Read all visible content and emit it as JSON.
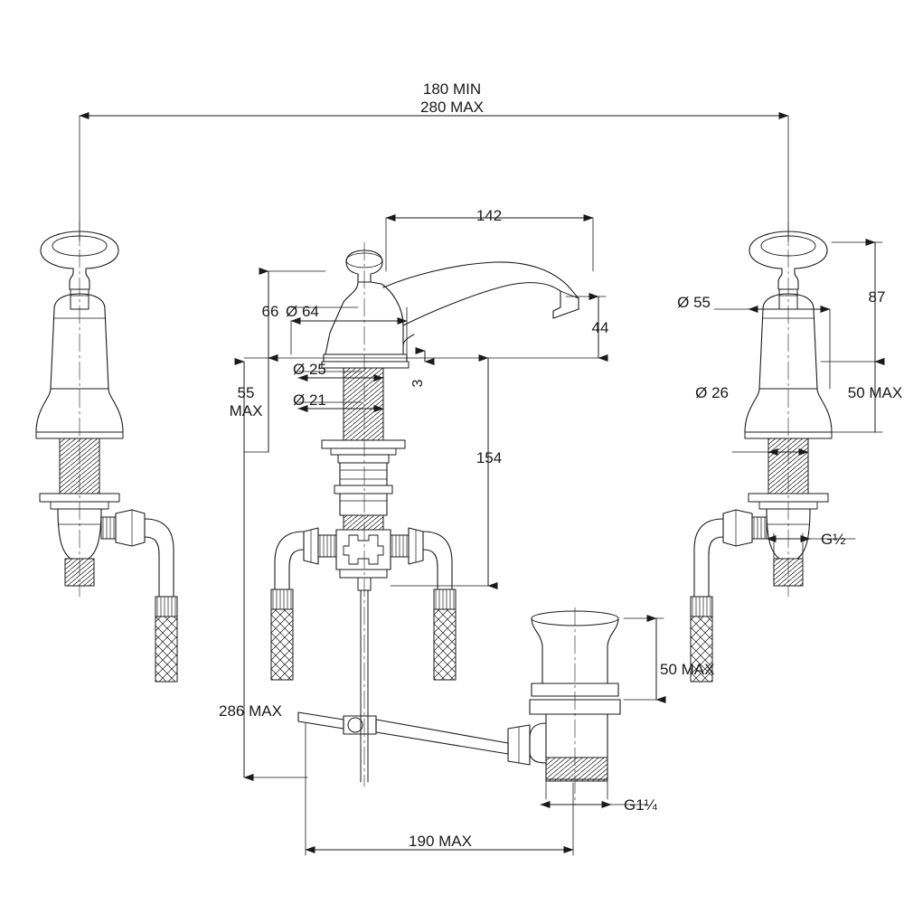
{
  "drawing": {
    "title": "Three-hole basin mixer tap set with pop-up waste — dimensioned technical drawing",
    "units": "mm",
    "line_color": "#1a1a1a",
    "background": "#ffffff"
  },
  "dimensions": {
    "overall_spread_min": "180 MIN",
    "overall_spread_max": "280 MAX",
    "spout_reach": "142",
    "spout_outlet_height": "44",
    "spout_base_step": "3",
    "spout_body_height": "66",
    "tap_hole_thickness_max": "55\nMAX",
    "tap_hole_thickness_max_line1": "55",
    "tap_hole_thickness_max_line2": "MAX",
    "spout_base_diameter": "Ø 64",
    "spout_shank_diameter": "Ø 25",
    "spout_thread_diameter": "Ø 21",
    "mixer_total_drop": "154",
    "handle_base_diameter": "Ø 55",
    "handle_shank_diameter": "Ø 26",
    "handle_body_height": "87",
    "handle_mount_thickness_max": "50 MAX",
    "tap_inlet_thread": "G½",
    "waste_body_height_max": "50 MAX",
    "waste_outlet_thread": "G1¼",
    "linkage_drop_max": "286 MAX",
    "linkage_reach_max": "190 MAX"
  },
  "components": {
    "left_tap": "left-pillar-tap",
    "center_spout": "center-mixer-spout",
    "right_tap": "right-pillar-tap",
    "waste": "pop-up-waste-assembly",
    "linkage": "pop-up-lift-rod-linkage",
    "hoses": "braided-flexible-hoses"
  }
}
